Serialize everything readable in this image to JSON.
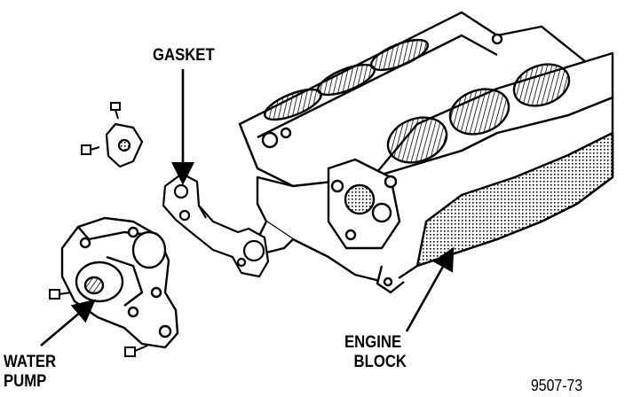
{
  "labels": {
    "gasket": "GASKET",
    "engine_block": [
      "ENGINE",
      "BLOCK"
    ],
    "water_pump": [
      "WATER",
      "PUMP"
    ],
    "figure_id": "9507-73"
  },
  "colors": {
    "ink": "#000000",
    "paper": "#ffffff"
  }
}
